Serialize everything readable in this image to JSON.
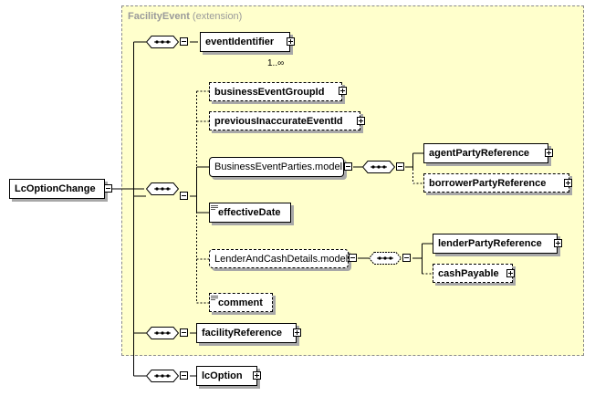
{
  "extension": {
    "name": "FacilityEvent",
    "suffix": "(extension)"
  },
  "root": {
    "label": "LcOptionChange"
  },
  "elements": {
    "eventIdentifier": "eventIdentifier",
    "eventIdentifier_card": "1..∞",
    "businessEventGroupId": "businessEventGroupId",
    "previousInaccurateEventId": "previousInaccurateEventId",
    "businessEventPartiesModel": "BusinessEventParties.model",
    "agentPartyReference": "agentPartyReference",
    "borrowerPartyReference": "borrowerPartyReference",
    "effectiveDate": "effectiveDate",
    "lenderAndCashDetailsModel": "LenderAndCashDetails.model",
    "lenderPartyReference": "lenderPartyReference",
    "cashPayable": "cashPayable",
    "comment": "comment",
    "facilityReference": "facilityReference",
    "lcOption": "lcOption"
  },
  "icons": [
    "sequence-compositor-icon",
    "expand-plus-icon",
    "collapse-minus-icon",
    "simple-text-type-icon"
  ]
}
